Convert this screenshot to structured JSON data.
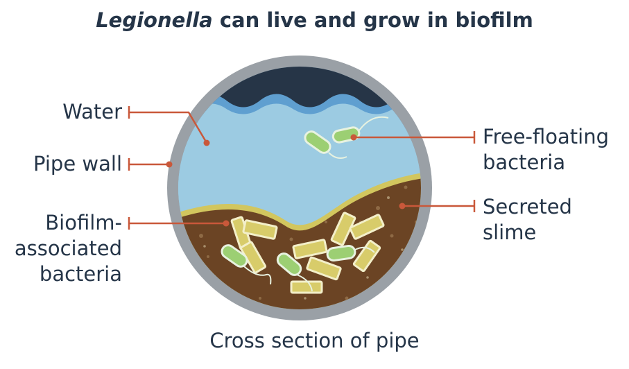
{
  "title": {
    "italic": "Legionella",
    "rest": " can live and grow in biofilm"
  },
  "labels": {
    "water": "Water",
    "pipe_wall": "Pipe wall",
    "biofilm_line1": "Biofilm-",
    "biofilm_line2": "associated",
    "biofilm_line3": "bacteria",
    "free_line1": "Free-floating",
    "free_line2": "bacteria",
    "slime_line1": "Secreted",
    "slime_line2": "slime"
  },
  "caption": "Cross section of pipe",
  "colors": {
    "pipe_wall": "#9aa0a6",
    "water": "#9ccbe2",
    "air": "#263547",
    "wave": "#5f9fd0",
    "slime": "#6b4424",
    "slime_edge": "#d2c65e",
    "rod_bacteria": "#d8cc6a",
    "legionella": "#9ccf73",
    "leader": "#c9583a",
    "text": "#253548"
  }
}
